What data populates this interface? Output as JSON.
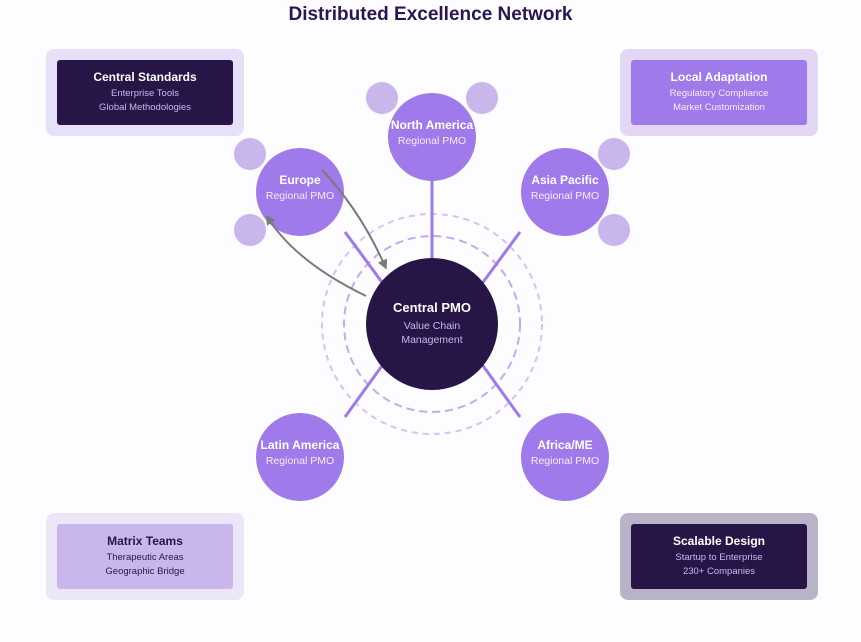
{
  "title": "Distributed Excellence Network",
  "center": {
    "name": "Central PMO",
    "sub_line1": "Value Chain",
    "sub_line2": "Management"
  },
  "regions": [
    {
      "name": "North America",
      "sub": "Regional PMO"
    },
    {
      "name": "Europe",
      "sub": "Regional PMO"
    },
    {
      "name": "Asia Pacific",
      "sub": "Regional PMO"
    },
    {
      "name": "Latin America",
      "sub": "Regional PMO"
    },
    {
      "name": "Africa/ME",
      "sub": "Regional PMO"
    }
  ],
  "cards": {
    "central_standards": {
      "title": "Central Standards",
      "line1": "Enterprise Tools",
      "line2": "Global Methodologies"
    },
    "local_adaptation": {
      "title": "Local Adaptation",
      "line1": "Regulatory Compliance",
      "line2": "Market Customization"
    },
    "matrix_teams": {
      "title": "Matrix Teams",
      "line1": "Therapeutic Areas",
      "line2": "Geographic Bridge"
    },
    "scalable_design": {
      "title": "Scalable Design",
      "line1": "Startup to Enterprise",
      "line2": "230+ Companies"
    }
  },
  "colors": {
    "dark": "#281548",
    "purple": "#9f7aea",
    "light_purple": "#c9b6ec",
    "lavender": "#e8e0f8",
    "title": "#2a1750"
  }
}
